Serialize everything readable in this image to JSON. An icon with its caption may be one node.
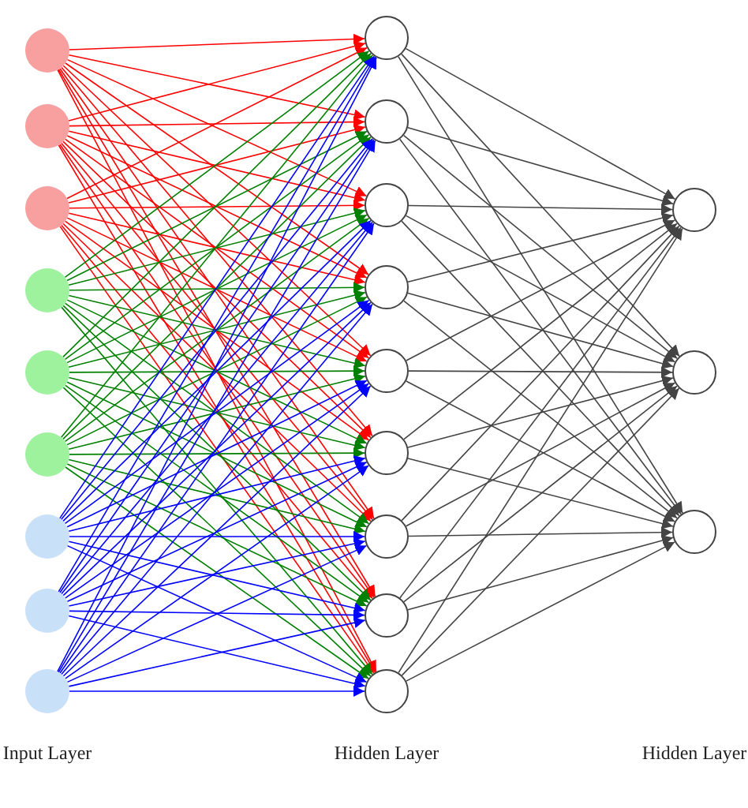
{
  "diagram": {
    "nodes": [
      {
        "text": [],
        "shape": "circle"
      },
      {
        "text": [],
        "shape": "circle"
      },
      {
        "text": [],
        "shape": "circle"
      },
      {
        "text": [],
        "shape": "circle"
      },
      {
        "text": [],
        "shape": "circle"
      },
      {
        "text": [],
        "shape": "circle"
      },
      {
        "text": [],
        "shape": "circle"
      },
      {
        "text": [],
        "shape": "circle"
      },
      {
        "text": [],
        "shape": "circle"
      },
      {
        "text": [],
        "shape": "circle"
      },
      {
        "text": [],
        "shape": "circle"
      },
      {
        "text": [],
        "shape": "circle"
      },
      {
        "text": [],
        "shape": "circle"
      },
      {
        "text": [],
        "shape": "circle"
      },
      {
        "text": [],
        "shape": "circle"
      },
      {
        "text": [],
        "shape": "circle"
      },
      {
        "text": [],
        "shape": "circle"
      },
      {
        "text": [],
        "shape": "circle"
      },
      {
        "text": [],
        "shape": "circle"
      },
      {
        "text": [],
        "shape": "circle"
      },
      {
        "text": [],
        "shape": "circle"
      }
    ],
    "edges": [
      {
        "from": 0,
        "to": 9,
        "arrow": "to",
        "color": "#ff0000"
      },
      {
        "from": 0,
        "to": 10,
        "arrow": "to",
        "color": "#ff0000"
      },
      {
        "from": 0,
        "to": 11,
        "arrow": "to",
        "color": "#ff0000"
      },
      {
        "from": 0,
        "to": 12,
        "arrow": "to",
        "color": "#ff0000"
      },
      {
        "from": 0,
        "to": 13,
        "arrow": "to",
        "color": "#ff0000"
      },
      {
        "from": 0,
        "to": 14,
        "arrow": "to",
        "color": "#ff0000"
      },
      {
        "from": 0,
        "to": 15,
        "arrow": "to",
        "color": "#ff0000"
      },
      {
        "from": 0,
        "to": 16,
        "arrow": "to",
        "color": "#ff0000"
      },
      {
        "from": 0,
        "to": 17,
        "arrow": "to",
        "color": "#ff0000"
      },
      {
        "from": 1,
        "to": 9,
        "arrow": "to",
        "color": "#ff0000"
      },
      {
        "from": 1,
        "to": 10,
        "arrow": "to",
        "color": "#ff0000"
      },
      {
        "from": 1,
        "to": 11,
        "arrow": "to",
        "color": "#ff0000"
      },
      {
        "from": 1,
        "to": 12,
        "arrow": "to",
        "color": "#ff0000"
      },
      {
        "from": 1,
        "to": 13,
        "arrow": "to",
        "color": "#ff0000"
      },
      {
        "from": 1,
        "to": 14,
        "arrow": "to",
        "color": "#ff0000"
      },
      {
        "from": 1,
        "to": 15,
        "arrow": "to",
        "color": "#ff0000"
      },
      {
        "from": 1,
        "to": 16,
        "arrow": "to",
        "color": "#ff0000"
      },
      {
        "from": 1,
        "to": 17,
        "arrow": "to",
        "color": "#ff0000"
      },
      {
        "from": 2,
        "to": 9,
        "arrow": "to",
        "color": "#ff0000"
      },
      {
        "from": 2,
        "to": 10,
        "arrow": "to",
        "color": "#ff0000"
      },
      {
        "from": 2,
        "to": 11,
        "arrow": "to",
        "color": "#ff0000"
      },
      {
        "from": 2,
        "to": 12,
        "arrow": "to",
        "color": "#ff0000"
      },
      {
        "from": 2,
        "to": 13,
        "arrow": "to",
        "color": "#ff0000"
      },
      {
        "from": 2,
        "to": 14,
        "arrow": "to",
        "color": "#ff0000"
      },
      {
        "from": 2,
        "to": 15,
        "arrow": "to",
        "color": "#ff0000"
      },
      {
        "from": 2,
        "to": 16,
        "arrow": "to",
        "color": "#ff0000"
      },
      {
        "from": 2,
        "to": 17,
        "arrow": "to",
        "color": "#ff0000"
      },
      {
        "from": 3,
        "to": 9,
        "arrow": "to",
        "color": "#008000"
      },
      {
        "from": 3,
        "to": 10,
        "arrow": "to",
        "color": "#008000"
      },
      {
        "from": 3,
        "to": 11,
        "arrow": "to",
        "color": "#008000"
      },
      {
        "from": 3,
        "to": 12,
        "arrow": "to",
        "color": "#008000"
      },
      {
        "from": 3,
        "to": 13,
        "arrow": "to",
        "color": "#008000"
      },
      {
        "from": 3,
        "to": 14,
        "arrow": "to",
        "color": "#008000"
      },
      {
        "from": 3,
        "to": 15,
        "arrow": "to",
        "color": "#008000"
      },
      {
        "from": 3,
        "to": 16,
        "arrow": "to",
        "color": "#008000"
      },
      {
        "from": 3,
        "to": 17,
        "arrow": "to",
        "color": "#008000"
      },
      {
        "from": 4,
        "to": 9,
        "arrow": "to",
        "color": "#008000"
      },
      {
        "from": 4,
        "to": 10,
        "arrow": "to",
        "color": "#008000"
      },
      {
        "from": 4,
        "to": 11,
        "arrow": "to",
        "color": "#008000"
      },
      {
        "from": 4,
        "to": 12,
        "arrow": "to",
        "color": "#008000"
      },
      {
        "from": 4,
        "to": 13,
        "arrow": "to",
        "color": "#008000"
      },
      {
        "from": 4,
        "to": 14,
        "arrow": "to",
        "color": "#008000"
      },
      {
        "from": 4,
        "to": 15,
        "arrow": "to",
        "color": "#008000"
      },
      {
        "from": 4,
        "to": 16,
        "arrow": "to",
        "color": "#008000"
      },
      {
        "from": 4,
        "to": 17,
        "arrow": "to",
        "color": "#008000"
      },
      {
        "from": 5,
        "to": 9,
        "arrow": "to",
        "color": "#008000"
      },
      {
        "from": 5,
        "to": 10,
        "arrow": "to",
        "color": "#008000"
      },
      {
        "from": 5,
        "to": 11,
        "arrow": "to",
        "color": "#008000"
      },
      {
        "from": 5,
        "to": 12,
        "arrow": "to",
        "color": "#008000"
      },
      {
        "from": 5,
        "to": 13,
        "arrow": "to",
        "color": "#008000"
      },
      {
        "from": 5,
        "to": 14,
        "arrow": "to",
        "color": "#008000"
      },
      {
        "from": 5,
        "to": 15,
        "arrow": "to",
        "color": "#008000"
      },
      {
        "from": 5,
        "to": 16,
        "arrow": "to",
        "color": "#008000"
      },
      {
        "from": 5,
        "to": 17,
        "arrow": "to",
        "color": "#008000"
      },
      {
        "from": 6,
        "to": 9,
        "arrow": "to",
        "color": "#0000ff"
      },
      {
        "from": 6,
        "to": 10,
        "arrow": "to",
        "color": "#0000ff"
      },
      {
        "from": 6,
        "to": 11,
        "arrow": "to",
        "color": "#0000ff"
      },
      {
        "from": 6,
        "to": 12,
        "arrow": "to",
        "color": "#0000ff"
      },
      {
        "from": 6,
        "to": 13,
        "arrow": "to",
        "color": "#0000ff"
      },
      {
        "from": 6,
        "to": 14,
        "arrow": "to",
        "color": "#0000ff"
      },
      {
        "from": 6,
        "to": 15,
        "arrow": "to",
        "color": "#0000ff"
      },
      {
        "from": 6,
        "to": 16,
        "arrow": "to",
        "color": "#0000ff"
      },
      {
        "from": 6,
        "to": 17,
        "arrow": "to",
        "color": "#0000ff"
      },
      {
        "from": 7,
        "to": 9,
        "arrow": "to",
        "color": "#0000ff"
      },
      {
        "from": 7,
        "to": 10,
        "arrow": "to",
        "color": "#0000ff"
      },
      {
        "from": 7,
        "to": 11,
        "arrow": "to",
        "color": "#0000ff"
      },
      {
        "from": 7,
        "to": 12,
        "arrow": "to",
        "color": "#0000ff"
      },
      {
        "from": 7,
        "to": 13,
        "arrow": "to",
        "color": "#0000ff"
      },
      {
        "from": 7,
        "to": 14,
        "arrow": "to",
        "color": "#0000ff"
      },
      {
        "from": 7,
        "to": 15,
        "arrow": "to",
        "color": "#0000ff"
      },
      {
        "from": 7,
        "to": 16,
        "arrow": "to",
        "color": "#0000ff"
      },
      {
        "from": 7,
        "to": 17,
        "arrow": "to",
        "color": "#0000ff"
      },
      {
        "from": 8,
        "to": 9,
        "arrow": "to",
        "color": "#0000ff"
      },
      {
        "from": 8,
        "to": 10,
        "arrow": "to",
        "color": "#0000ff"
      },
      {
        "from": 8,
        "to": 11,
        "arrow": "to",
        "color": "#0000ff"
      },
      {
        "from": 8,
        "to": 12,
        "arrow": "to",
        "color": "#0000ff"
      },
      {
        "from": 8,
        "to": 13,
        "arrow": "to",
        "color": "#0000ff"
      },
      {
        "from": 8,
        "to": 14,
        "arrow": "to",
        "color": "#0000ff"
      },
      {
        "from": 8,
        "to": 15,
        "arrow": "to",
        "color": "#0000ff"
      },
      {
        "from": 8,
        "to": 16,
        "arrow": "to",
        "color": "#0000ff"
      },
      {
        "from": 8,
        "to": 17,
        "arrow": "to",
        "color": "#0000ff"
      },
      {
        "from": 9,
        "to": 18,
        "arrow": "to",
        "color": "#444444"
      },
      {
        "from": 9,
        "to": 19,
        "arrow": "to",
        "color": "#444444"
      },
      {
        "from": 9,
        "to": 20,
        "arrow": "to",
        "color": "#444444"
      },
      {
        "from": 10,
        "to": 18,
        "arrow": "to",
        "color": "#444444"
      },
      {
        "from": 10,
        "to": 19,
        "arrow": "to",
        "color": "#444444"
      },
      {
        "from": 10,
        "to": 20,
        "arrow": "to",
        "color": "#444444"
      },
      {
        "from": 11,
        "to": 18,
        "arrow": "to",
        "color": "#444444"
      },
      {
        "from": 11,
        "to": 19,
        "arrow": "to",
        "color": "#444444"
      },
      {
        "from": 11,
        "to": 20,
        "arrow": "to",
        "color": "#444444"
      },
      {
        "from": 12,
        "to": 18,
        "arrow": "to",
        "color": "#444444"
      },
      {
        "from": 12,
        "to": 19,
        "arrow": "to",
        "color": "#444444"
      },
      {
        "from": 12,
        "to": 20,
        "arrow": "to",
        "color": "#444444"
      },
      {
        "from": 13,
        "to": 18,
        "arrow": "to",
        "color": "#444444"
      },
      {
        "from": 13,
        "to": 19,
        "arrow": "to",
        "color": "#444444"
      },
      {
        "from": 13,
        "to": 20,
        "arrow": "to",
        "color": "#444444"
      },
      {
        "from": 14,
        "to": 18,
        "arrow": "to",
        "color": "#444444"
      },
      {
        "from": 14,
        "to": 19,
        "arrow": "to",
        "color": "#444444"
      },
      {
        "from": 14,
        "to": 20,
        "arrow": "to",
        "color": "#444444"
      },
      {
        "from": 15,
        "to": 18,
        "arrow": "to",
        "color": "#444444"
      },
      {
        "from": 15,
        "to": 19,
        "arrow": "to",
        "color": "#444444"
      },
      {
        "from": 15,
        "to": 20,
        "arrow": "to",
        "color": "#444444"
      },
      {
        "from": 16,
        "to": 18,
        "arrow": "to",
        "color": "#444444"
      },
      {
        "from": 16,
        "to": 19,
        "arrow": "to",
        "color": "#444444"
      },
      {
        "from": 16,
        "to": 20,
        "arrow": "to",
        "color": "#444444"
      },
      {
        "from": 17,
        "to": 18,
        "arrow": "to",
        "color": "#444444"
      },
      {
        "from": 17,
        "to": 19,
        "arrow": "to",
        "color": "#444444"
      },
      {
        "from": 17,
        "to": 20,
        "arrow": "to",
        "color": "#444444"
      }
    ],
    "labels": [
      "Input Layer",
      "Hidden Layer",
      "Hidden Layer"
    ]
  }
}
